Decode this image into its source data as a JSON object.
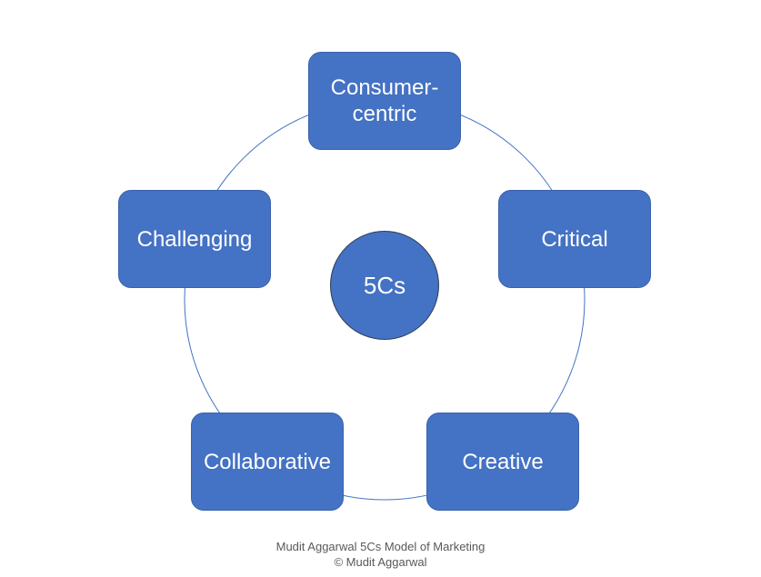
{
  "diagram": {
    "center_label": "5Cs",
    "nodes": {
      "consumer_centric": "Consumer-\ncentric",
      "critical": "Critical",
      "creative": "Creative",
      "collaborative": "Collaborative",
      "challenging": "Challenging"
    },
    "colors": {
      "node_fill": "#4472c4",
      "ring_stroke": "#4472c4",
      "text": "#ffffff"
    }
  },
  "caption": {
    "line1": "Mudit Aggarwal 5Cs Model of Marketing",
    "line2": "© Mudit Aggarwal"
  }
}
